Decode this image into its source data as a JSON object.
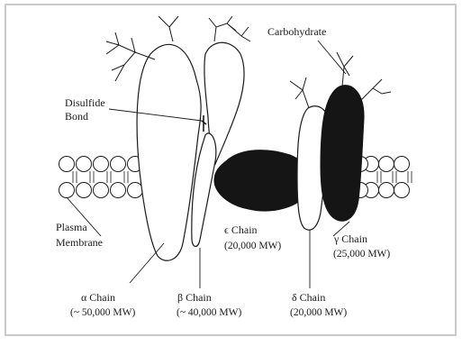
{
  "labels": {
    "carbohydrate": "Carbohydrate",
    "disulfide_line1": "Disulfide",
    "disulfide_line2": "Bond",
    "plasma_line1": "Plasma",
    "plasma_line2": "Membrane",
    "alpha_name": "α Chain",
    "alpha_mw": "(~ 50,000 MW)",
    "beta_name": "β Chain",
    "beta_mw": "(~ 40,000 MW)",
    "epsilon_name": "ϵ Chain",
    "epsilon_mw": "(20,000 MW)",
    "delta_name": "δ Chain",
    "delta_mw": "(20,000 MW)",
    "gamma_name": "γ Chain",
    "gamma_mw": "(25,000 MW)"
  },
  "colors": {
    "frame": "#c9c9c9",
    "ink": "#1a1a1a",
    "dark_chain": "#151515",
    "light_chain": "#ffffff"
  }
}
